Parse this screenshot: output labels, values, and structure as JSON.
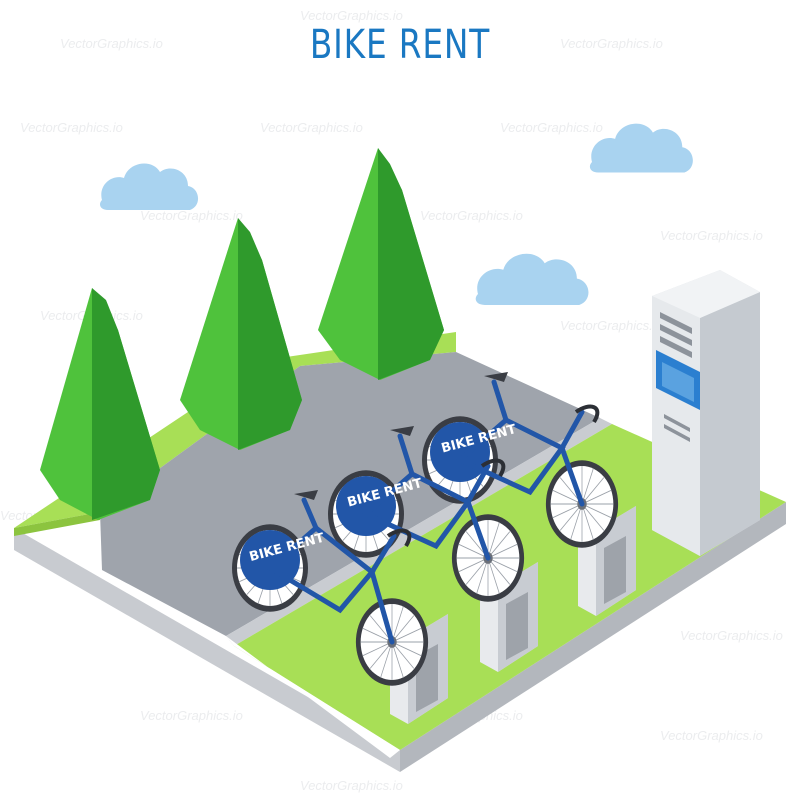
{
  "title": "BIKE RENT",
  "wheel_label": "BIKE RENT",
  "watermark": "VectorGraphics.io",
  "colors": {
    "title": "#1a78c2",
    "grass_top": "#a8df56",
    "grass_side": "#8cc43f",
    "road": "#9fa4ac",
    "base_side": "#c8cbd0",
    "tree_light": "#4fc23c",
    "tree_dark": "#2f9a2c",
    "cloud": "#a9d3f0",
    "bike_frame": "#2256a8",
    "kiosk": "#dde1e6",
    "screen": "#2b7fd0"
  }
}
